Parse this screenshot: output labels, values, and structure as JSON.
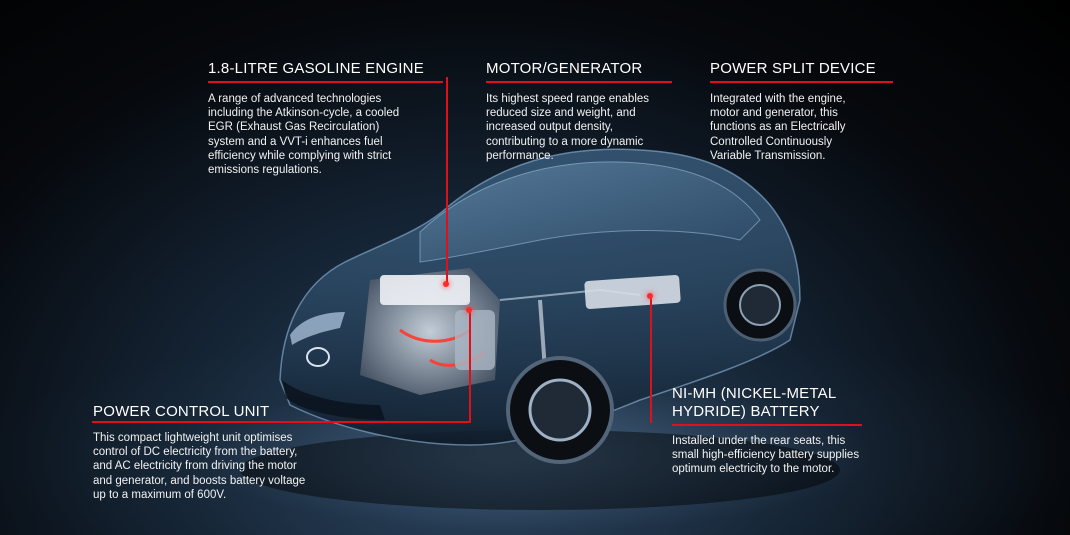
{
  "features": {
    "engine": {
      "title": "1.8-LITRE GASOLINE ENGINE",
      "lines": [
        "A range of advanced technologies",
        "including the Atkinson-cycle, a cooled",
        "EGR (Exhaust Gas Recirculation)",
        "system and a VVT-i enhances fuel",
        "efficiency while complying with strict",
        "emissions regulations."
      ]
    },
    "motor": {
      "title": "MOTOR/GENERATOR",
      "lines": [
        "Its highest speed range enables",
        "reduced size and weight, and",
        "increased output density,",
        "contributing to a more dynamic",
        "performance."
      ]
    },
    "split": {
      "title": "POWER SPLIT DEVICE",
      "lines": [
        "Integrated with the engine,",
        "motor and generator, this",
        "functions as an Electrically",
        "Controlled Continuously",
        "Variable Transmission."
      ]
    },
    "pcu": {
      "title": "POWER CONTROL UNIT",
      "lines": [
        "This compact lightweight unit optimises",
        "control of DC electricity from the battery,",
        "and AC electricity from driving the motor",
        "and generator, and boosts battery voltage",
        "up to a maximum of 600V."
      ]
    },
    "battery": {
      "title_lines": [
        "NI-MH (NICKEL-METAL",
        "HYDRIDE) BATTERY"
      ],
      "lines": [
        "Installed under the rear seats, this",
        "small high-efficiency battery supplies",
        "optimum electricity to the motor."
      ]
    }
  },
  "colors": {
    "accent": "#e0101a",
    "text": "#ffffff"
  }
}
